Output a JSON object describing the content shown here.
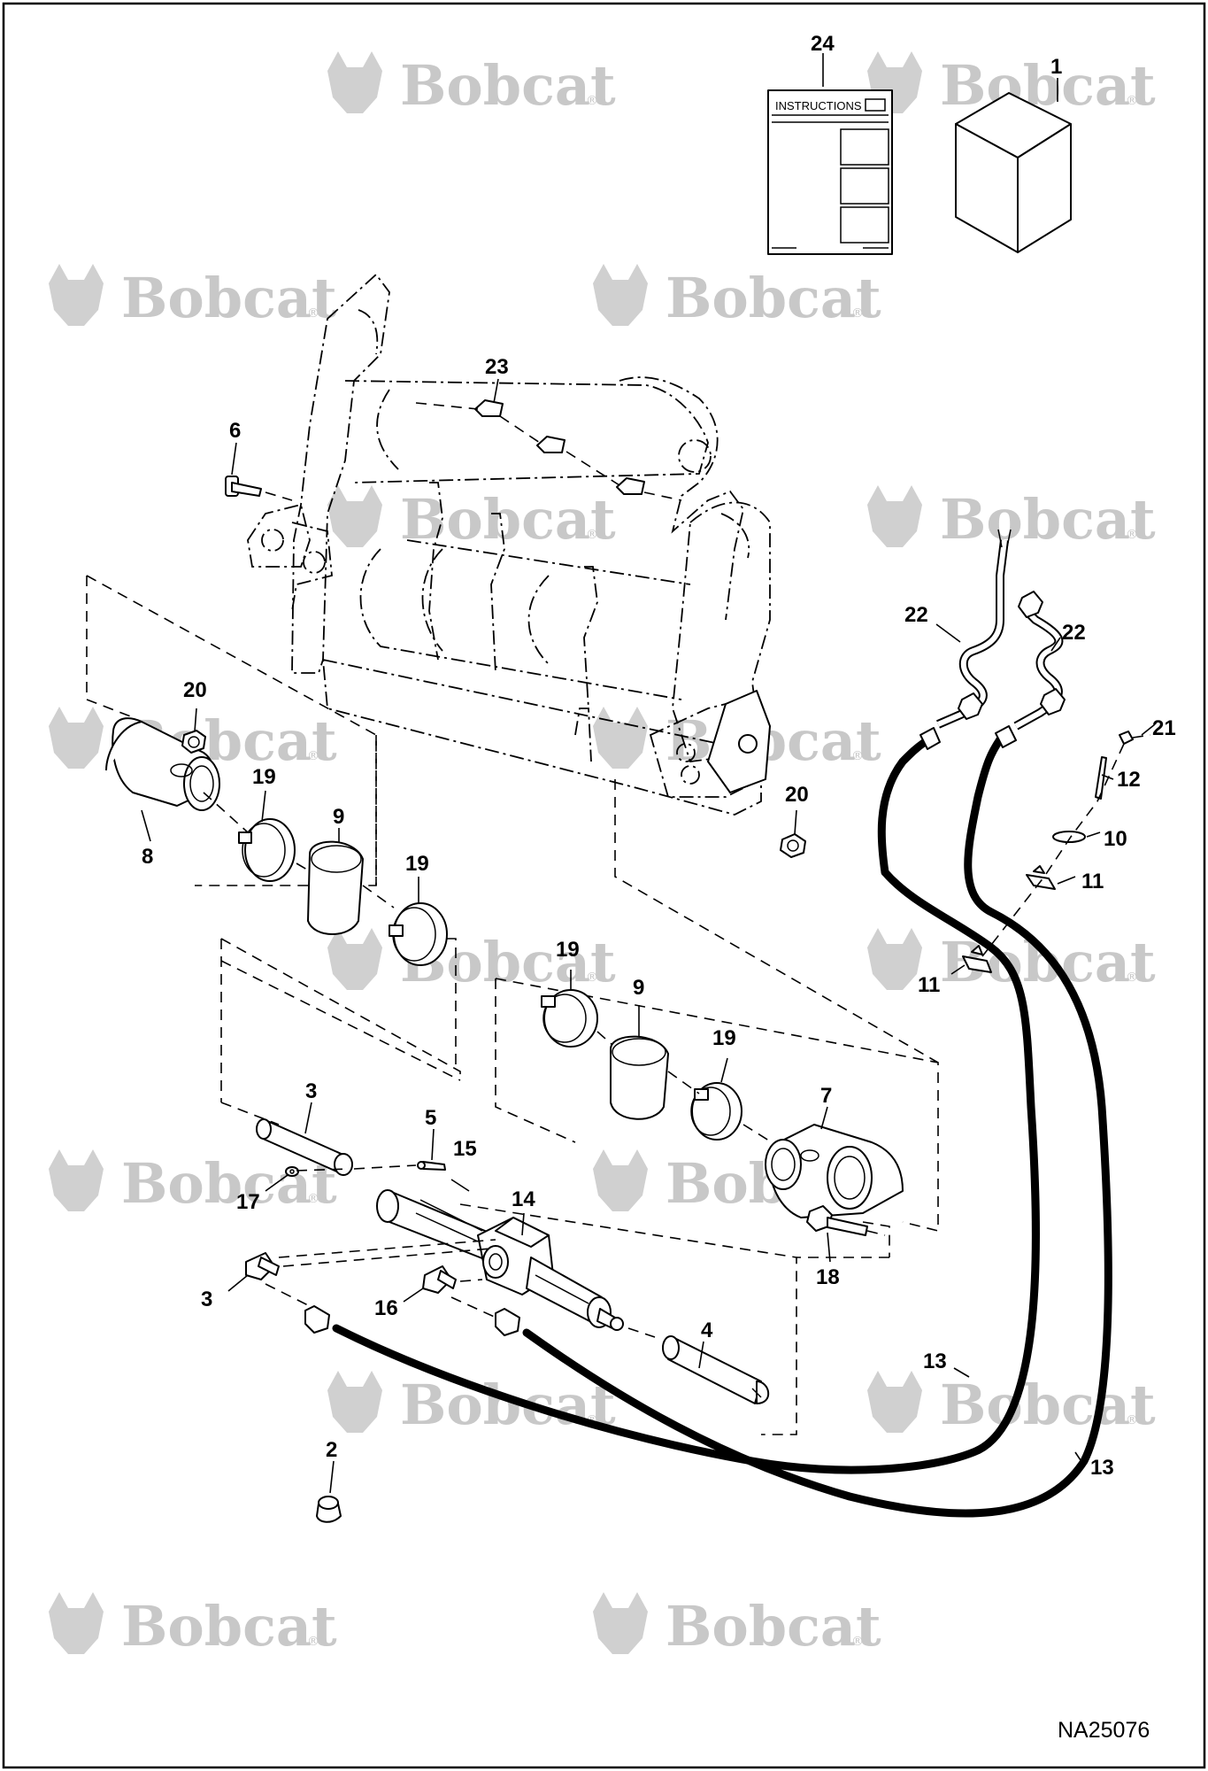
{
  "figure": {
    "figure_id": "NA25076",
    "watermark_text": "Bobcat",
    "watermark_mark": "®",
    "instructions_label": "INSTRUCTIONS"
  },
  "callouts": [
    {
      "key": "c24",
      "label": "24"
    },
    {
      "key": "c1",
      "label": "1"
    },
    {
      "key": "c23",
      "label": "23"
    },
    {
      "key": "c6",
      "label": "6"
    },
    {
      "key": "c20a",
      "label": "20"
    },
    {
      "key": "c19a",
      "label": "19"
    },
    {
      "key": "c8",
      "label": "8"
    },
    {
      "key": "c9a",
      "label": "9"
    },
    {
      "key": "c19b",
      "label": "19"
    },
    {
      "key": "c20b",
      "label": "20"
    },
    {
      "key": "c22a",
      "label": "22"
    },
    {
      "key": "c22b",
      "label": "22"
    },
    {
      "key": "c21",
      "label": "21"
    },
    {
      "key": "c12",
      "label": "12"
    },
    {
      "key": "c10",
      "label": "10"
    },
    {
      "key": "c11a",
      "label": "11"
    },
    {
      "key": "c11b",
      "label": "11"
    },
    {
      "key": "c19c",
      "label": "19"
    },
    {
      "key": "c9b",
      "label": "9"
    },
    {
      "key": "c19d",
      "label": "19"
    },
    {
      "key": "c7",
      "label": "7"
    },
    {
      "key": "c3a",
      "label": "3"
    },
    {
      "key": "c5",
      "label": "5"
    },
    {
      "key": "c15",
      "label": "15"
    },
    {
      "key": "c17",
      "label": "17"
    },
    {
      "key": "c14",
      "label": "14"
    },
    {
      "key": "c18",
      "label": "18"
    },
    {
      "key": "c3b",
      "label": "3"
    },
    {
      "key": "c16",
      "label": "16"
    },
    {
      "key": "c4",
      "label": "4"
    },
    {
      "key": "c13a",
      "label": "13"
    },
    {
      "key": "c13b",
      "label": "13"
    },
    {
      "key": "c2",
      "label": "2"
    }
  ],
  "colors": {
    "line": "#000000",
    "background": "#ffffff",
    "watermark": "#c8c8c8"
  }
}
